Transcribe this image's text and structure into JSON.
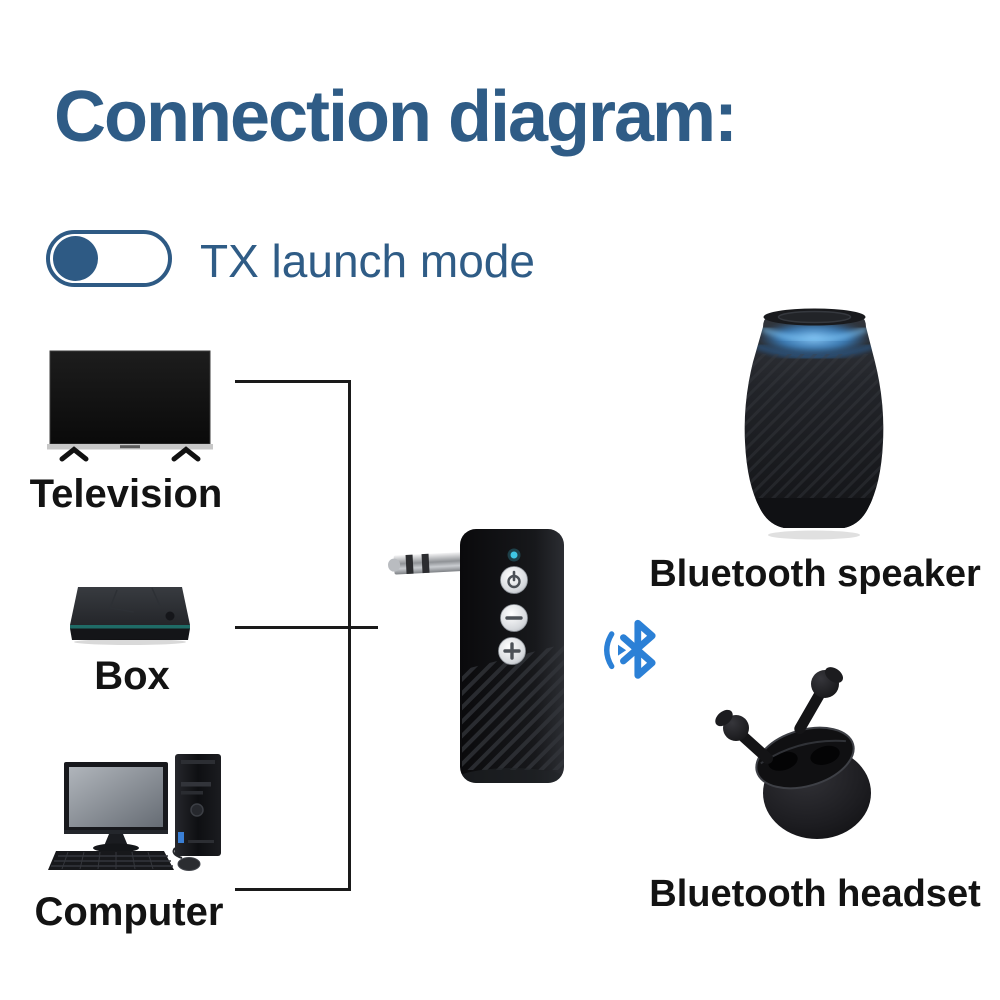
{
  "title": "Connection diagram:",
  "toggle": {
    "label": "TX launch mode",
    "knob_position": "left"
  },
  "sources": {
    "television": "Television",
    "box": "Box",
    "computer": "Computer"
  },
  "receiver": {
    "type": "3.5mm aux bluetooth transmitter",
    "buttons": [
      "power",
      "volume-down",
      "volume-up"
    ],
    "led_color": "#3fc7e4"
  },
  "outputs": {
    "speaker": "Bluetooth speaker",
    "headset": "Bluetooth headset"
  },
  "colors": {
    "heading_navy": "#2f5c86",
    "toggle_navy": "#2e5a84",
    "label_black": "#131313",
    "line_black": "#1a1a1a",
    "bluetooth_blue": "#2b80d6",
    "box_accent_teal": "#1f6b66",
    "speaker_glow_blue": "#5aa8ec"
  }
}
